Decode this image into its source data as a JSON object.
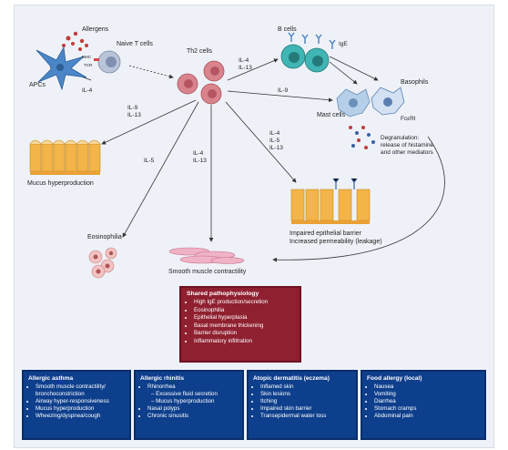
{
  "labels": {
    "apcs": "APCs",
    "allergens": "Allergens",
    "naive_t": "Naive T cells",
    "mhc": "MHC",
    "tcr": "TCR",
    "il4_apc": "IL-4",
    "th2": "Th2 cells",
    "b_cells": "B cells",
    "ige": "IgE",
    "il4_il13_b": [
      "IL-4",
      "IL-13"
    ],
    "il9_mast": "IL-9",
    "mast_cells": "Mast cells",
    "basophils": "Basophils",
    "fceri": "FcεRI",
    "degranulation": [
      "Degranulation:",
      "release of histamine",
      "and other mediators"
    ],
    "il9_il13_mucus": [
      "IL-9",
      "IL-13"
    ],
    "mucus": "Mucus hyperproduction",
    "il5": "IL-5",
    "il4_il13_center": [
      "IL-4",
      "IL-13"
    ],
    "il4_il5_il13": [
      "IL-4",
      "IL-5",
      "IL-13"
    ],
    "eosinophilia": "Eosinophilia",
    "smooth": "Smooth muscle contractility",
    "epithelial": [
      "Impaired epithelial barrier",
      "Increased permeability (leakage)"
    ]
  },
  "shared": {
    "title": "Shared pathophysiology",
    "items": [
      "High IgE production/secretion",
      "Eosinophilia",
      "Epithelial hyperplasia",
      "Basal membrane thickening",
      "Barrier disruption",
      "Inflammatory infiltration"
    ]
  },
  "diseases": [
    {
      "title": "Allergic asthma",
      "items": [
        {
          "text": "Smooth muscle contractility/ bronchoconstriction"
        },
        {
          "text": "Airway hyper-responsiveness"
        },
        {
          "text": "Mucus hyperproduction"
        },
        {
          "text": "Wheezing/dyspnea/cough"
        }
      ]
    },
    {
      "title": "Allergic rhinitis",
      "items": [
        {
          "text": "Rhinorrhea"
        },
        {
          "text": "– Excessive fluid secretion",
          "sub": true
        },
        {
          "text": "– Mucus hyperproduction",
          "sub": true
        },
        {
          "text": "Nasal polyps"
        },
        {
          "text": "Chronic sinusitis"
        }
      ]
    },
    {
      "title": "Atopic dermatitis (eczema)",
      "items": [
        {
          "text": "Inflamed skin"
        },
        {
          "text": "Skin lesions"
        },
        {
          "text": "Itching"
        },
        {
          "text": "Impaired skin barrier"
        },
        {
          "text": "Transepidermal water loss"
        }
      ]
    },
    {
      "title": "Food allergy (local)",
      "items": [
        {
          "text": "Nausea"
        },
        {
          "text": "Vomiting"
        },
        {
          "text": "Diarrhea"
        },
        {
          "text": "Stomach cramps"
        },
        {
          "text": "Abdominal pain"
        }
      ]
    }
  ],
  "colors": {
    "shared_bg": "#8f2030",
    "disease_bg": "#0e3f8c",
    "th2": "#d9848d",
    "b_cell": "#3fb5b4",
    "apc": "#4a86c8",
    "epithelium": "#f3b54a"
  }
}
